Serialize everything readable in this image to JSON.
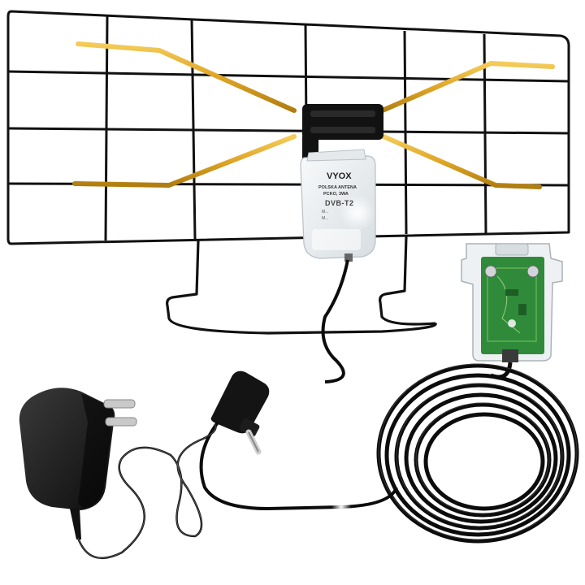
{
  "product": {
    "brand": "VYOX",
    "box_line1": "POLSKA ANTENA",
    "box_line2": "PCKO, 3WA",
    "box_model": "DVB-T2",
    "box_line3": "M...",
    "box_line4": "M..."
  },
  "colors": {
    "background": "#ffffff",
    "grid_wire": "#111111",
    "dipole_gold": "#e0a526",
    "cable_black": "#0c0c0c",
    "housing_white": "#eef1f3",
    "pcb_green": "#2f8b3a"
  },
  "icons": {
    "antenna": "antenna-icon",
    "amplifier": "amplifier-icon",
    "power_supply": "power-adapter-icon",
    "plug": "coax-plug-icon"
  }
}
